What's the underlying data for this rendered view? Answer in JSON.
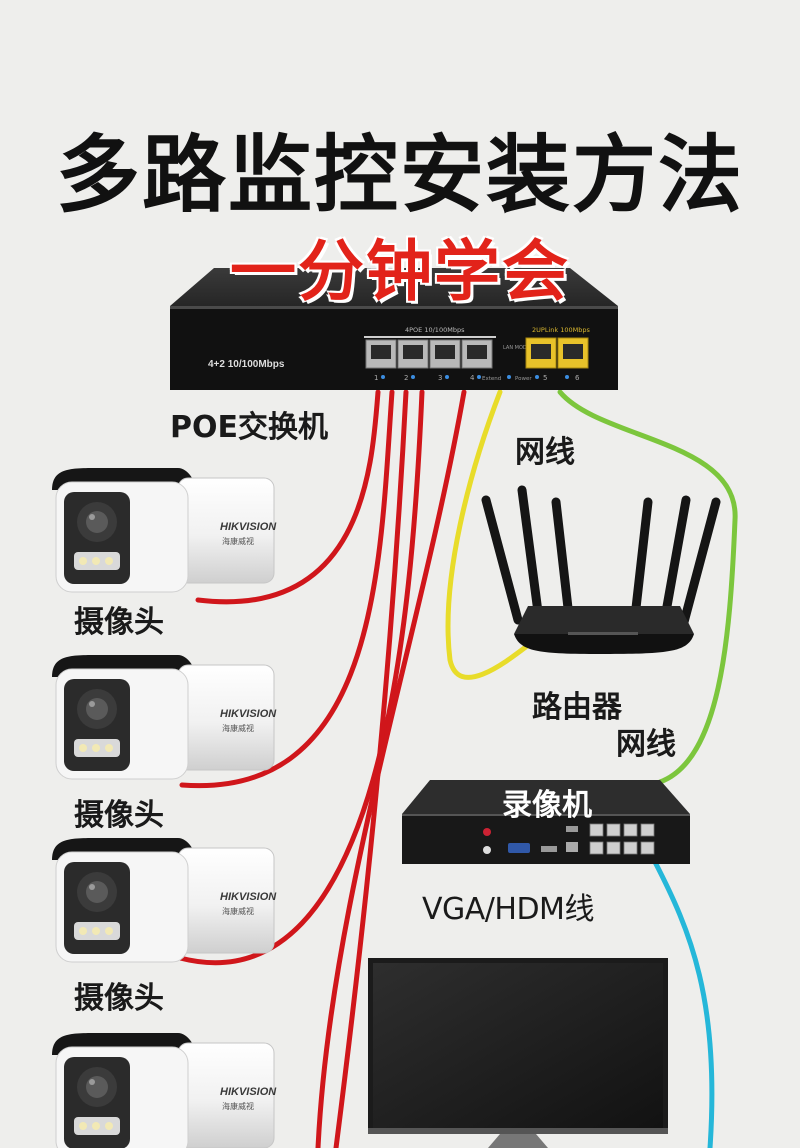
{
  "title": "多路监控安装方法",
  "subtitle": "一分钟学会",
  "switch": {
    "model_text": "4+2 10/100Mbps",
    "poe_group_label": "4POE 10/100Mbps",
    "uplink_group_label": "2UPLink 100Mbps",
    "port_numbers": [
      "1",
      "2",
      "3",
      "4",
      "5",
      "6"
    ],
    "extend_label": "Extend",
    "power_label": "Power",
    "lan_mode_label": "LAN MODE",
    "caption": "POE交换机"
  },
  "camera": {
    "brand": "HIKVISION",
    "brand_sub": "海康威视",
    "caption": "摄像头"
  },
  "router": {
    "caption": "路由器"
  },
  "nvr": {
    "title": "录像机"
  },
  "cables": {
    "network_label_1": "网线",
    "network_label_2": "网线",
    "video_label": "VGA/HDM线"
  },
  "colors": {
    "camera_cable": "#d0161b",
    "router_cable": "#e8dc2a",
    "nvr_cable": "#7cc63d",
    "display_cable": "#25b7d9",
    "title_red": "#e2231a"
  }
}
